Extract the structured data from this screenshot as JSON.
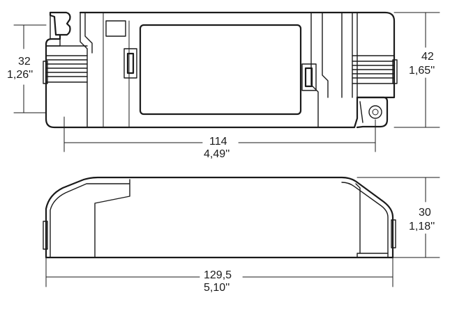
{
  "top_view": {
    "height_mm": "42",
    "height_in": "1,65''",
    "inner_height_mm": "32",
    "inner_height_in": "1,26''",
    "mount_spacing_mm": "114",
    "mount_spacing_in": "4,49''"
  },
  "side_view": {
    "height_mm": "30",
    "height_in": "1,18''",
    "length_mm": "129,5",
    "length_in": "5,10''"
  }
}
